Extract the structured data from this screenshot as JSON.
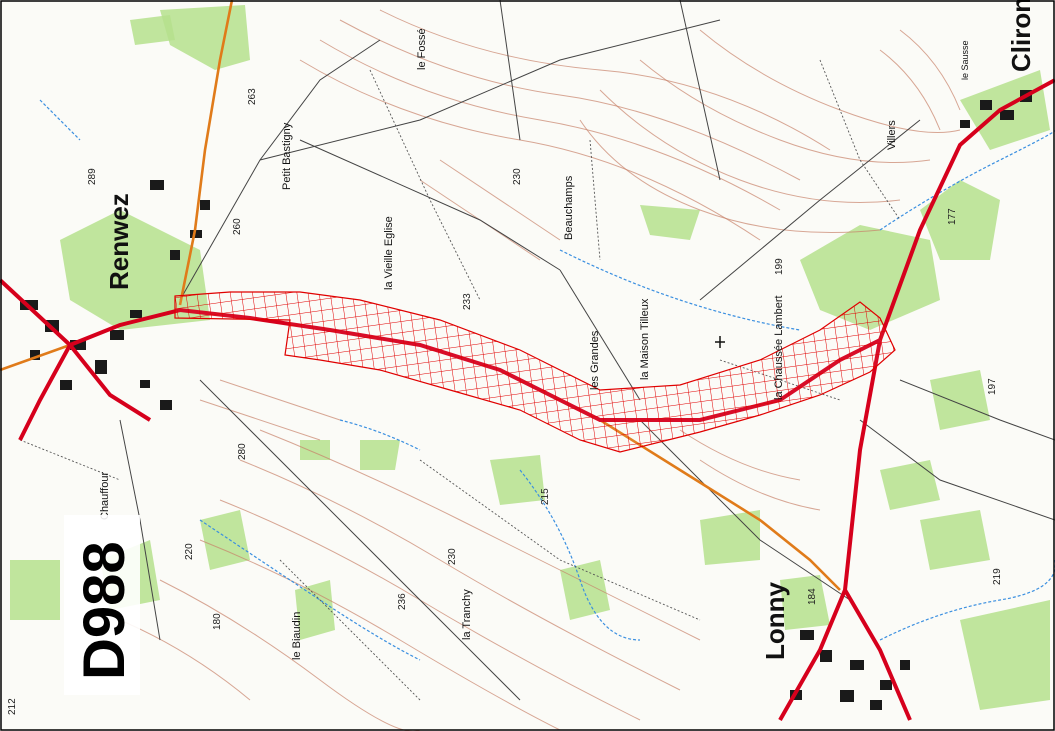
{
  "map": {
    "road_label": "D988",
    "towns": {
      "renwez": "Renwez",
      "lonny": "Lonny",
      "cliron": "Cliron"
    },
    "place_labels": {
      "vieille_eglise": "la Vieille Eglise",
      "petit_bastigny": "Petit Bastigny",
      "beauchamps": "Beauchamps",
      "chaussee_lambert": "la Chaussée Lambert",
      "grandes": "les Grandes",
      "villers": "Villers",
      "chauffour": "Chauffour",
      "tranchy": "la Tranchy",
      "lebiaudin": "le Biaudin",
      "maisons_tilleuls": "la Maison Tilleux",
      "le_fosse": "le Fossé",
      "le_sausse": "le Sausse"
    },
    "elevations": [
      "289",
      "280",
      "263",
      "230",
      "233",
      "199",
      "177",
      "220",
      "215",
      "236",
      "230",
      "184",
      "197",
      "219",
      "180",
      "212",
      "260"
    ],
    "colors": {
      "main_road": "#d6001c",
      "secondary_road": "#e07b1a",
      "study_area": "#e00000",
      "forest": "#b5e08d",
      "water": "#3a8fe0",
      "contours": "#c8826a"
    }
  }
}
